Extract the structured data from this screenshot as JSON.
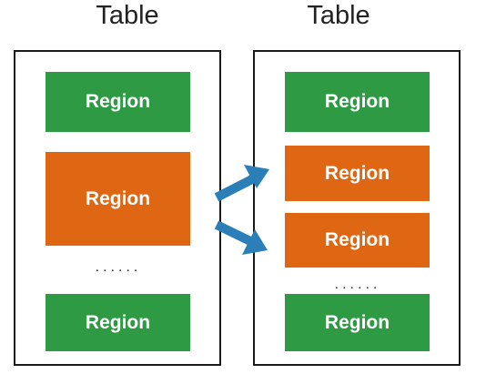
{
  "left_table": {
    "title": "Table",
    "regions": [
      "Region",
      "Region",
      "Region"
    ],
    "ellipsis": "......"
  },
  "right_table": {
    "title": "Table",
    "regions": [
      "Region",
      "Region",
      "Region",
      "Region"
    ],
    "ellipsis": "......"
  },
  "colors": {
    "region_green": "#2f9a44",
    "region_orange": "#df6714",
    "arrow_blue": "#2b7fb8"
  },
  "icons": [
    "split-arrow-upper",
    "split-arrow-lower"
  ]
}
